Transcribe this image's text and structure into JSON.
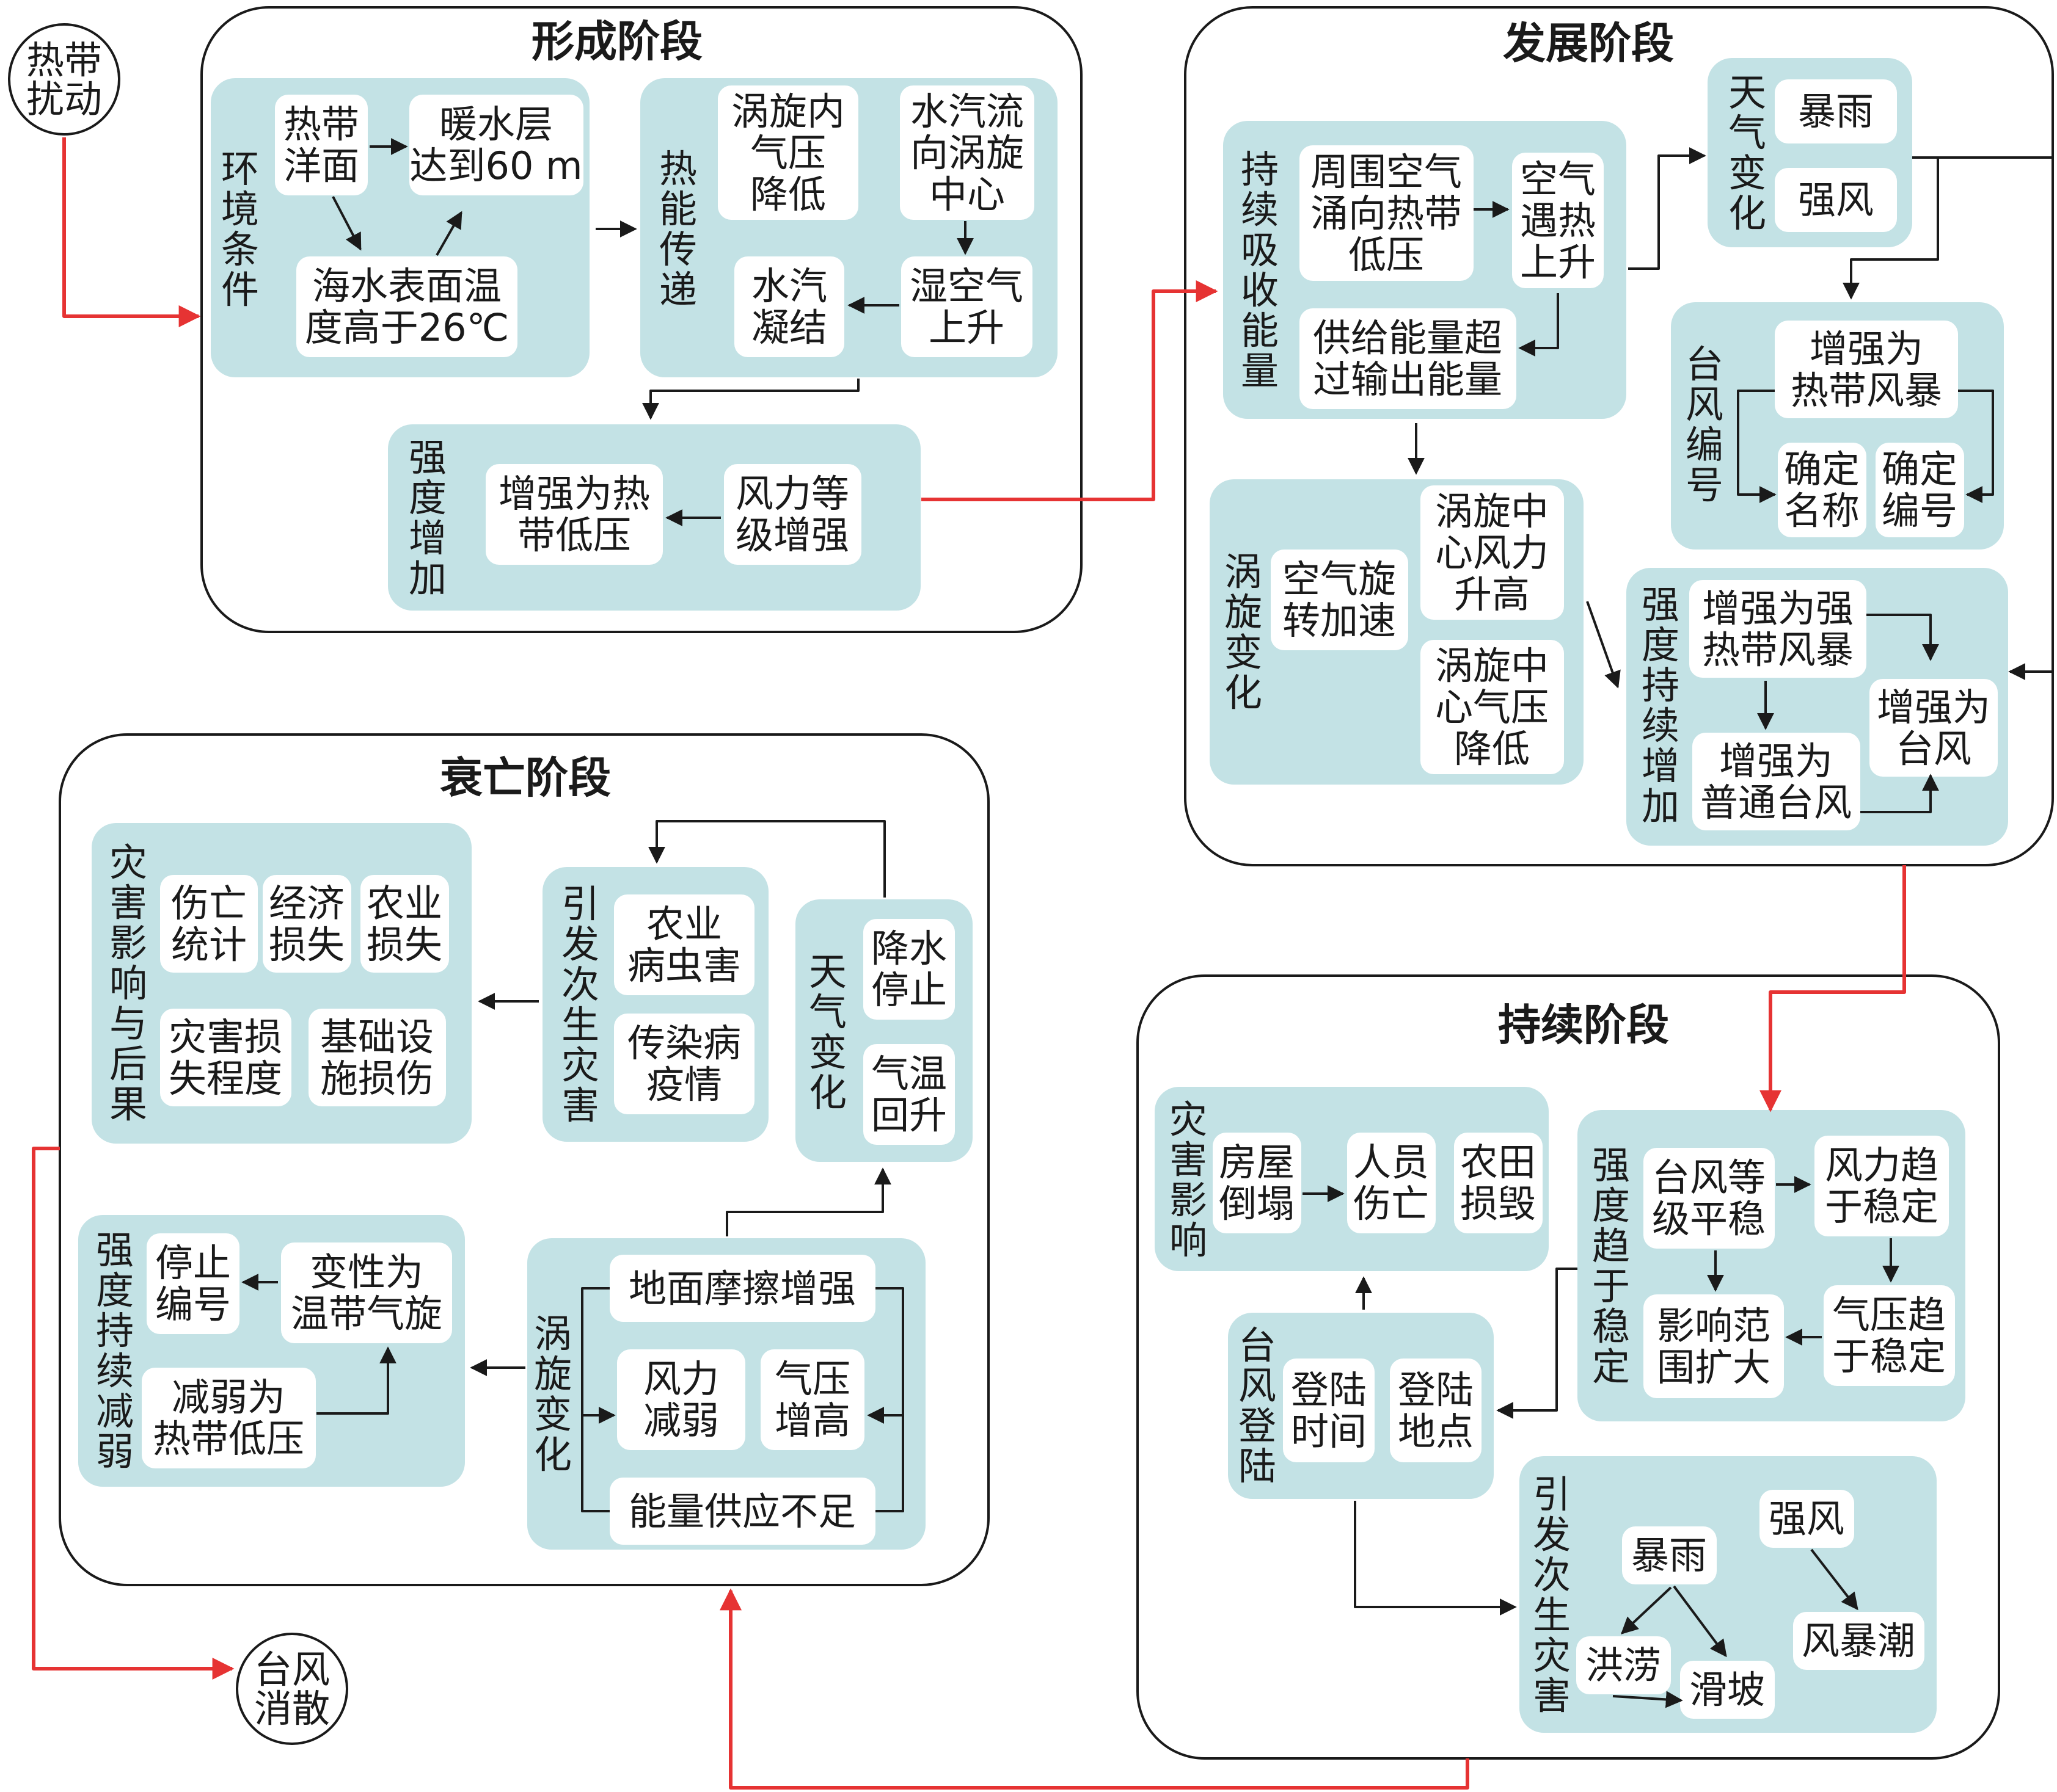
{
  "start": [
    "热带",
    "扰动"
  ],
  "end": [
    "台风",
    "消散"
  ],
  "stages": {
    "formation": {
      "title": "形成阶段",
      "env": {
        "label": "环境条件",
        "items": {
          "a": [
            "热带",
            "洋面"
          ],
          "b": [
            "暖水层",
            "达到60 m"
          ],
          "c": [
            "海水表面温",
            "度高于26℃"
          ]
        }
      },
      "heat": {
        "label": "热能传递",
        "items": {
          "a": [
            "涡旋内",
            "气压",
            "降低"
          ],
          "b": [
            "水汽流",
            "向涡旋",
            "中心"
          ],
          "c": [
            "水汽",
            "凝结"
          ],
          "d": [
            "湿空气",
            "上升"
          ]
        }
      },
      "intensity": {
        "label": "强度增加",
        "items": {
          "a": [
            "增强为热",
            "带低压"
          ],
          "b": [
            "风力等",
            "级增强"
          ]
        }
      }
    },
    "development": {
      "title": "发展阶段",
      "absorb": {
        "label": "持续吸收能量",
        "items": {
          "a": [
            "周围空气",
            "涌向热带",
            "低压"
          ],
          "b": [
            "空气",
            "遇热",
            "上升"
          ],
          "c": [
            "供给能量超",
            "过输出能量"
          ]
        }
      },
      "weather": {
        "label": "天气变化",
        "items": {
          "a": [
            "暴雨"
          ],
          "b": [
            "强风"
          ]
        }
      },
      "naming": {
        "label": "台风编号",
        "items": {
          "a": [
            "增强为",
            "热带风暴"
          ],
          "b": [
            "确定",
            "名称"
          ],
          "c": [
            "确定",
            "编号"
          ]
        }
      },
      "vortex": {
        "label": "涡旋变化",
        "items": {
          "a": [
            "空气旋",
            "转加速"
          ],
          "b": [
            "涡旋中",
            "心风力",
            "升高"
          ],
          "c": [
            "涡旋中",
            "心气压",
            "降低"
          ]
        }
      },
      "intensity": {
        "label": "强度持续增加",
        "items": {
          "a": [
            "增强为强",
            "热带风暴"
          ],
          "b": [
            "增强为",
            "台风"
          ],
          "c": [
            "增强为",
            "普通台风"
          ]
        }
      }
    },
    "sustain": {
      "title": "持续阶段",
      "disaster": {
        "label": "灾害影响",
        "items": {
          "a": [
            "房屋",
            "倒塌"
          ],
          "b": [
            "人员",
            "伤亡"
          ],
          "c": [
            "农田",
            "损毁"
          ]
        }
      },
      "stable": {
        "label": "强度趋于稳定",
        "items": {
          "a": [
            "台风等",
            "级平稳"
          ],
          "b": [
            "风力趋",
            "于稳定"
          ],
          "c": [
            "影响范",
            "围扩大"
          ],
          "d": [
            "气压趋",
            "于稳定"
          ]
        }
      },
      "landfall": {
        "label": "台风登陆",
        "items": {
          "a": [
            "登陆",
            "时间"
          ],
          "b": [
            "登陆",
            "地点"
          ]
        }
      },
      "secondary": {
        "label": "引发次生灾害",
        "items": {
          "a": "暴雨",
          "b": "强风",
          "c": "洪涝",
          "d": "滑坡",
          "e": "风暴潮"
        }
      }
    },
    "decay": {
      "title": "衰亡阶段",
      "impact": {
        "label": "灾害影响与后果",
        "items": {
          "a": [
            "伤亡",
            "统计"
          ],
          "b": [
            "经济",
            "损失"
          ],
          "c": [
            "农业",
            "损失"
          ],
          "d": [
            "灾害损",
            "失程度"
          ],
          "e": [
            "基础设",
            "施损伤"
          ]
        }
      },
      "secondary": {
        "label": "引发次生灾害",
        "items": {
          "a": [
            "农业",
            "病虫害"
          ],
          "b": [
            "传染病",
            "疫情"
          ]
        }
      },
      "weather": {
        "label": "天气变化",
        "items": {
          "a": [
            "降水",
            "停止"
          ],
          "b": [
            "气温",
            "回升"
          ]
        }
      },
      "weaken": {
        "label": "强度持续减弱",
        "items": {
          "a": [
            "停止",
            "编号"
          ],
          "b": [
            "变性为",
            "温带气旋"
          ],
          "c": [
            "减弱为",
            "热带低压"
          ]
        }
      },
      "vortex": {
        "label": "涡旋变化",
        "items": {
          "a": [
            "地面摩擦增强"
          ],
          "b": [
            "风力",
            "减弱"
          ],
          "c": [
            "气压",
            "增高"
          ],
          "d": [
            "能量供应不足"
          ]
        }
      }
    }
  },
  "colors": {
    "panel": "#c3e2e5",
    "box": "#ffffff",
    "stage_border": "#1a1a1a",
    "main_arrow": "#e63333",
    "arrow": "#1a1a1a"
  }
}
